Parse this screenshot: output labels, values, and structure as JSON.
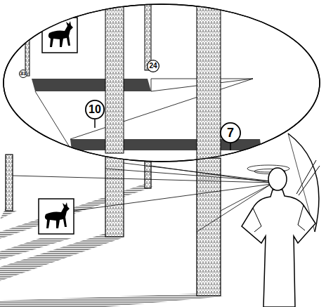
{
  "diagram": {
    "nodes": [
      {
        "text": [
          "33"
        ]
      },
      {
        "text": [
          "24"
        ]
      },
      {
        "text": [
          "10"
        ]
      },
      {
        "text": [
          "7"
        ]
      }
    ]
  }
}
